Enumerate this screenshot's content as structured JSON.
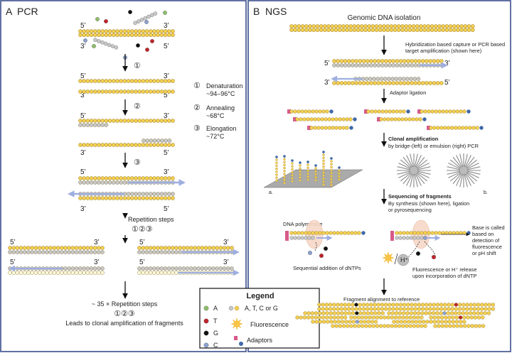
{
  "panel_a": {
    "letter": "A",
    "title": "PCR",
    "prime5": "5’",
    "prime3": "3’",
    "steps": [
      {
        "num": "①",
        "label": "Denaturation",
        "temp": "~94–96°C"
      },
      {
        "num": "②",
        "label": "Annealing",
        "temp": "~68°C"
      },
      {
        "num": "③",
        "label": "Elongation",
        "temp": "~72°C"
      }
    ],
    "repetition_label": "Repetition steps",
    "repetition_nums": "①②③",
    "cycles_label": "~ 35 × Repetition steps",
    "cycles_nums": "①②③",
    "conclusion": "Leads to clonal amplification of fragments"
  },
  "panel_b": {
    "letter": "B",
    "title": "NGS",
    "genomic": "Genomic DNA isolation",
    "capture_1": "Hybridization based capture or PCR based",
    "capture_2": "target amplification (shown here)",
    "adaptor_ligation": "Adaptor ligation",
    "clonal_title": "Clonal amplification",
    "clonal_sub": "by bridge-(left) or emulsion (right) PCR",
    "label_a": "a.",
    "label_b": "b.",
    "seq_title": "Sequencing of fragments",
    "seq_sub1": "By synthesis (shown here), ligation",
    "seq_sub2": "or pyrosequencing",
    "polymerase": "DNA polymerase",
    "dntp": "Sequential addition of dNTPs",
    "release_1": "Fluorescence or H⁺ release",
    "release_2": "upon incorporation of dNTP",
    "hplus": "H⁺",
    "called_1": "Base is called",
    "called_2": "based on",
    "called_3": "detection of",
    "called_4": "fluorescence",
    "called_5": "or pH shift",
    "alignment": "Fragment alignment to reference"
  },
  "legend": {
    "title": "Legend",
    "a": "A",
    "t": "T",
    "g": "G",
    "c": "C",
    "any": "A, T, C or G",
    "fluorescence": "Fluorescence",
    "adaptors": "Adaptors"
  },
  "colors": {
    "A": "#8fbf6a",
    "T": "#c0242b",
    "G": "#111111",
    "C": "#8ea2cf",
    "base": "#f5cf4f",
    "new": "#c8c8c8",
    "adaptor_pink": "#d85b8a",
    "adaptor_blue": "#3f67a8",
    "arrow": "#9eaee0",
    "border": "#3b4e8c"
  }
}
